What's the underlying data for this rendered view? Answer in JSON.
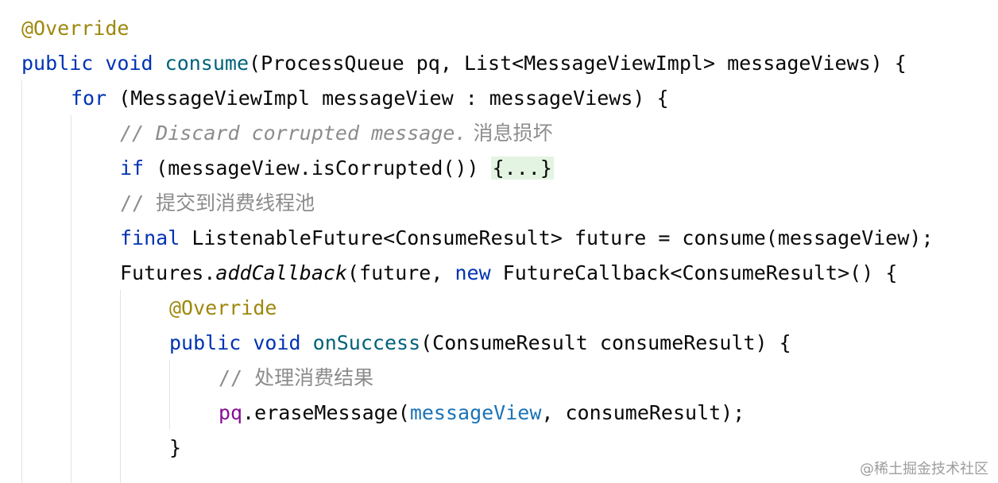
{
  "code": {
    "line1": {
      "annotation": "@Override"
    },
    "line2": {
      "kw_public": "public",
      "kw_void": "void",
      "method": "consume",
      "rest": "(ProcessQueue pq, List<MessageViewImpl> messageViews) {"
    },
    "line3": {
      "kw_for": "for",
      "rest": " (MessageViewImpl messageView : messageViews) {"
    },
    "line4": {
      "comment_en": "// Discard corrupted message.",
      "comment_zh": " 消息损坏"
    },
    "line5": {
      "kw_if": "if",
      "rest": " (messageView.isCorrupted()) ",
      "folded": "{...}"
    },
    "line6": {
      "comment": "// 提交到消费线程池"
    },
    "line7": {
      "kw_final": "final",
      "rest": " ListenableFuture<ConsumeResult> future = consume(messageView);"
    },
    "line8": {
      "part1": "Futures.",
      "method_italic": "addCallback",
      "part2": "(future, ",
      "kw_new": "new",
      "part3": " FutureCallback<ConsumeResult>() {"
    },
    "line9": {
      "annotation": "@Override"
    },
    "line10": {
      "kw_public": "public",
      "kw_void": "void",
      "method": "onSuccess",
      "rest": "(ConsumeResult consumeResult) {"
    },
    "line11": {
      "comment": "// 处理消费结果"
    },
    "line12": {
      "field": "pq",
      "part1": ".eraseMessage(",
      "captured_var": "messageView",
      "part2": ", consumeResult);"
    },
    "line13": {
      "brace": "}"
    }
  },
  "watermark": "@稀土掘金技术社区",
  "colors": {
    "keyword": "#0033b3",
    "annotation": "#9e880d",
    "method_declaration": "#00627a",
    "field": "#871094",
    "captured_variable": "#1a73b7",
    "comment": "#8c8c8c",
    "fold_background": "#e4f4e2",
    "text": "#080808"
  }
}
